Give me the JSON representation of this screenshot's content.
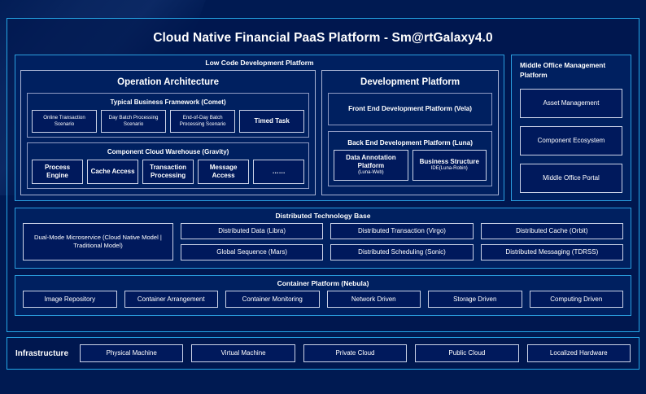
{
  "title": "Cloud Native Financial PaaS Platform - Sm@rtGalaxy4.0",
  "low_code": {
    "title": "Low Code Development Platform",
    "operation_architecture": {
      "title": "Operation Architecture",
      "typical_business_framework": {
        "title": "Typical Business Framework (Comet)",
        "items": [
          "Online Transaction Scenario",
          "Day Batch Processing Scenario",
          "End-of-Day Batch Processing Scenario",
          "Timed Task"
        ]
      },
      "component_cloud_warehouse": {
        "title": "Component Cloud Warehouse (Gravity)",
        "items": [
          "Process Engine",
          "Cache Access",
          "Transaction Processing",
          "Message Access",
          "……"
        ]
      }
    },
    "development_platform": {
      "title": "Development Platform",
      "front_end": "Front End Development Platform (Vela)",
      "back_end": {
        "title": "Back End Development Platform (Luna)",
        "items": [
          {
            "label": "Data Annotation Platform",
            "sub": "(Luna-Web)"
          },
          {
            "label": "Business Structure",
            "sub": "IDE(Luna-Robin)"
          }
        ]
      }
    }
  },
  "middle_office": {
    "title": "Middle Office Management Platform",
    "items": [
      "Asset Management",
      "Component Ecosystem",
      "Middle Office Portal"
    ]
  },
  "distributed_technology_base": {
    "title": "Distributed Technology Base",
    "highlight": "Dual-Mode Microservice (Cloud Native Model | Traditional Model)",
    "items": [
      "Distributed Data (Libra)",
      "Distributed Transaction (Virgo)",
      "Distributed Cache (Orbit)",
      "Global Sequence (Mars)",
      "Distributed Scheduling (Sonic)",
      "Distributed Messaging (TDRSS)"
    ]
  },
  "container_platform": {
    "title": "Container Platform (Nebula)",
    "items": [
      "Image Repository",
      "Container Arrangement",
      "Container Monitoring",
      "Network Driven",
      "Storage Driven",
      "Computing Driven"
    ]
  },
  "infrastructure": {
    "label": "Infrastructure",
    "items": [
      "Physical Machine",
      "Virtual Machine",
      "Private Cloud",
      "Public Cloud",
      "Localized Hardware"
    ]
  },
  "colors": {
    "background": "#001a52",
    "accent_border": "#25a8e8",
    "panel_background": "#002060",
    "chip_border": "#ccd3e8",
    "text": "#ffffff"
  }
}
